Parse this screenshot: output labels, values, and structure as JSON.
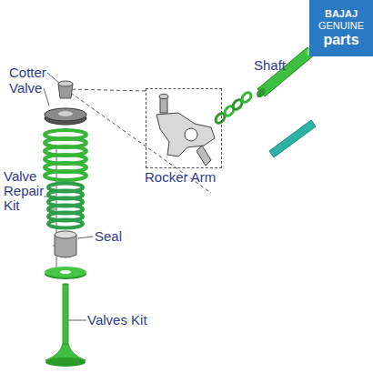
{
  "diagram": {
    "nodes": [
      {
        "text": [
          "BAJAJ",
          "GENUINE",
          "parts"
        ]
      },
      {
        "text": [
          "Rocker Arm"
        ]
      }
    ],
    "labels": [
      "Cotter",
      "Valve",
      "Valve Repair Kit",
      "Seal",
      "Valves Kit",
      "Shaft"
    ]
  }
}
